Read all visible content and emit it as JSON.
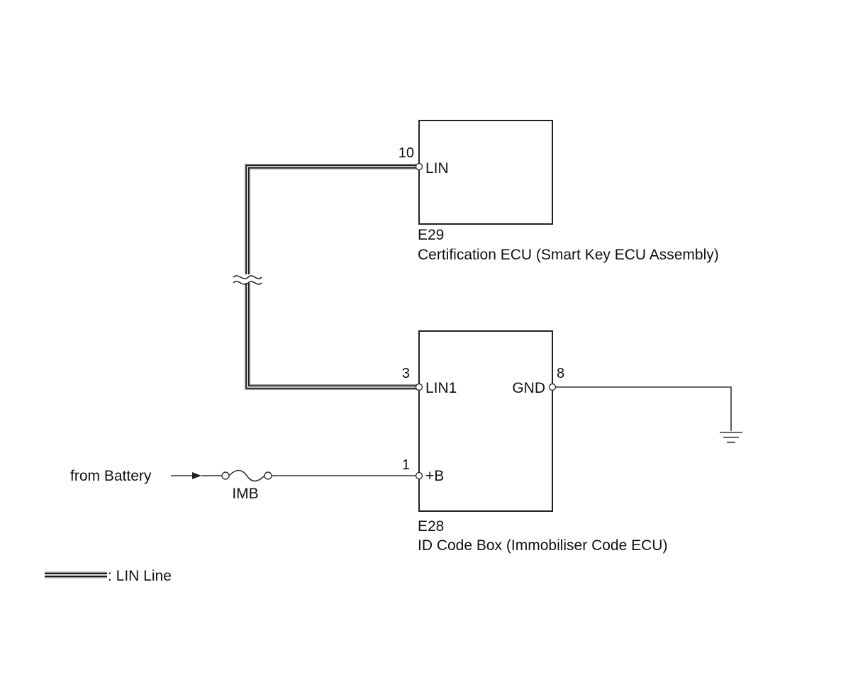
{
  "colors": {
    "line": "#333333",
    "lin_outer": "#9a9a9a",
    "lin_inner": "#1a1a1a",
    "background": "#ffffff"
  },
  "components": {
    "certification_ecu": {
      "connector": "E29",
      "name": "Certification ECU (Smart Key ECU Assembly)",
      "pins": [
        {
          "number": "10",
          "label": "LIN"
        }
      ]
    },
    "id_code_box": {
      "connector": "E28",
      "name": "ID Code Box (Immobiliser Code ECU)",
      "pins": [
        {
          "number": "3",
          "label": "LIN1"
        },
        {
          "number": "1",
          "label": "+B"
        },
        {
          "number": "8",
          "label": "GND"
        }
      ]
    }
  },
  "power_source": {
    "label": "from Battery",
    "fuse": "IMB"
  },
  "legend": {
    "label": ": LIN Line"
  },
  "icons": [
    "ground-icon",
    "fuse-icon",
    "arrow-icon",
    "wire-break-icon"
  ]
}
